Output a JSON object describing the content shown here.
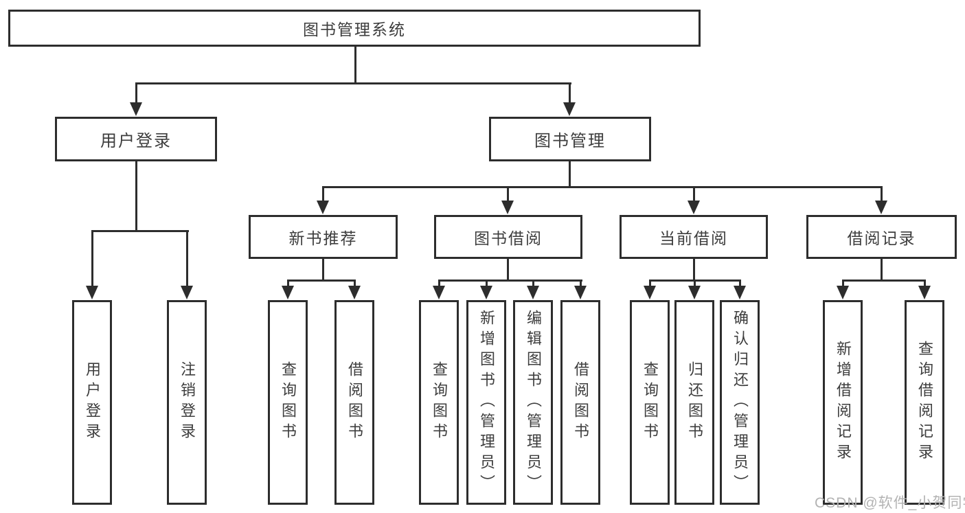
{
  "diagram_type": "tree",
  "nodes": {
    "root": "图书管理系统",
    "level2": [
      "用户登录",
      "图书管理"
    ],
    "level3": [
      "新书推荐",
      "图书借阅",
      "当前借阅",
      "借阅记录"
    ],
    "leaves": [
      "用户登录",
      "注销登录",
      "查询图书",
      "借阅图书",
      "查询图书",
      "新增图书（管理员）",
      "编辑图书（管理员）",
      "借阅图书",
      "查询图书",
      "归还图书",
      "确认归还（管理员）",
      "新增借阅记录",
      "查询借阅记录"
    ]
  },
  "hierarchy": {
    "图书管理系统": [
      "用户登录",
      "图书管理"
    ],
    "用户登录": [
      "用户登录",
      "注销登录"
    ],
    "图书管理": [
      "新书推荐",
      "图书借阅",
      "当前借阅",
      "借阅记录"
    ],
    "新书推荐": [
      "查询图书",
      "借阅图书"
    ],
    "图书借阅": [
      "查询图书",
      "新增图书（管理员）",
      "编辑图书（管理员）",
      "借阅图书"
    ],
    "当前借阅": [
      "查询图书",
      "归还图书",
      "确认归还（管理员）"
    ],
    "借阅记录": [
      "新增借阅记录",
      "查询借阅记录"
    ]
  },
  "watermark": "CSDN @软件_小贺同学",
  "colors": {
    "line": "#2d2d2d",
    "box_border": "#2d2d2d",
    "text": "#3d3d3d",
    "watermark": "#b3b3b3",
    "background": "#ffffff"
  }
}
